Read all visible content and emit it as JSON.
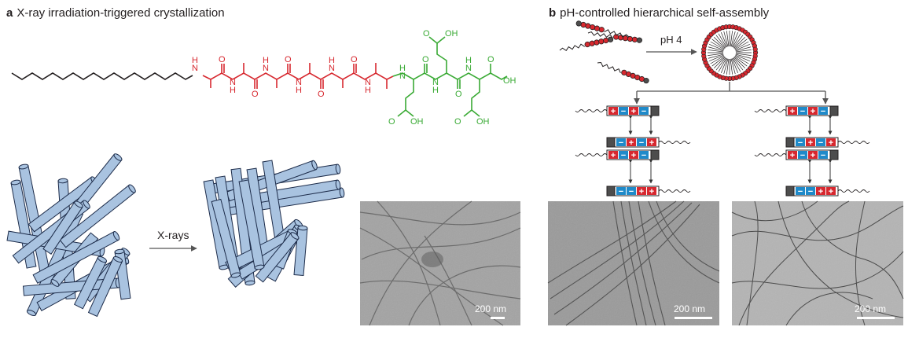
{
  "panel_a": {
    "letter": "a",
    "title": "X-ray irradiation-triggered crystallization",
    "arrow_label": "X-rays",
    "scale_bar": "200 nm",
    "atoms": {
      "N": "N",
      "H": "H",
      "O": "O",
      "OH": "OH"
    }
  },
  "panel_b": {
    "letter": "b",
    "title": "pH-controlled hierarchical self-assembly",
    "ph_label": "pH 4",
    "scale_bar_1": "200 nm",
    "scale_bar_2": "200 nm",
    "charges": {
      "plus": "+",
      "minus": "−"
    }
  },
  "colors": {
    "alkyl_chain": "#231f20",
    "alanine_block": "#d7282f",
    "glutamate_block": "#3aaa35",
    "fiber_fill": "#a9c3e0",
    "fiber_stroke": "#1d2c4a",
    "positive_charge": "#d7282f",
    "negative_charge": "#1f8ac9",
    "end_cap": "#4d4d4d",
    "micrograph_bg": "#a6a6a6"
  }
}
